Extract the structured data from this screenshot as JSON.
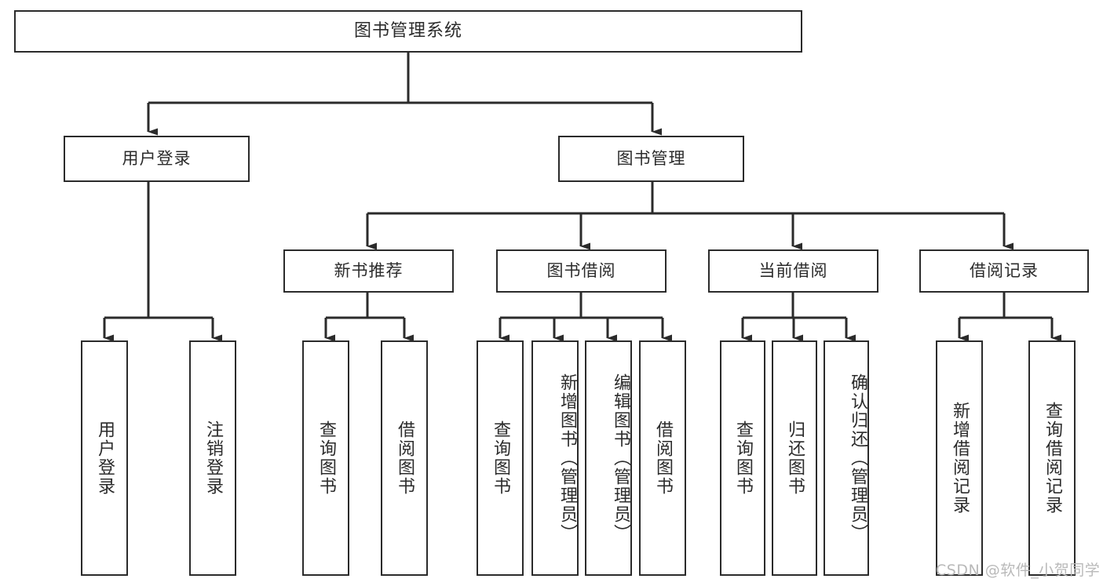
{
  "diagram": {
    "title": "图书管理系统",
    "type": "tree-hierarchy-diagram",
    "watermark": "CSDN @软件_小贺同学",
    "colors": {
      "box_border": "#2b2b2b",
      "box_fill": "#ffffff",
      "connector": "#2b2b2b",
      "text": "#2b2b2b",
      "watermark": "#b9b9b9",
      "background": "#ffffff"
    },
    "root": {
      "label": "图书管理系统"
    },
    "level2": [
      {
        "id": "user-login",
        "label": "用户登录"
      },
      {
        "id": "book-management",
        "label": "图书管理"
      }
    ],
    "level3": [
      {
        "id": "new-book-recommend",
        "label": "新书推荐",
        "parent": "book-management"
      },
      {
        "id": "book-borrow",
        "label": "图书借阅",
        "parent": "book-management"
      },
      {
        "id": "current-borrow",
        "label": "当前借阅",
        "parent": "book-management"
      },
      {
        "id": "borrow-record",
        "label": "借阅记录",
        "parent": "book-management"
      }
    ],
    "leaves": {
      "user_login": [
        {
          "id": "leaf-user-login",
          "label": "用户登录"
        },
        {
          "id": "leaf-user-logout",
          "label": "注销登录"
        }
      ],
      "new_book_recommend": [
        {
          "id": "leaf-query-book-1",
          "label": "查询图书"
        },
        {
          "id": "leaf-borrow-book-1",
          "label": "借阅图书"
        }
      ],
      "book_borrow": [
        {
          "id": "leaf-query-book-2",
          "label": "查询图书"
        },
        {
          "id": "leaf-add-book",
          "label": "新增图书（管理员）"
        },
        {
          "id": "leaf-edit-book",
          "label": "编辑图书（管理员）"
        },
        {
          "id": "leaf-borrow-book-2",
          "label": "借阅图书"
        }
      ],
      "current_borrow": [
        {
          "id": "leaf-query-book-3",
          "label": "查询图书"
        },
        {
          "id": "leaf-return-book",
          "label": "归还图书"
        },
        {
          "id": "leaf-confirm-return",
          "label": "确认归还（管理员）"
        }
      ],
      "borrow_record": [
        {
          "id": "leaf-add-record",
          "label": "新增借阅记录"
        },
        {
          "id": "leaf-query-record",
          "label": "查询借阅记录"
        }
      ]
    }
  }
}
